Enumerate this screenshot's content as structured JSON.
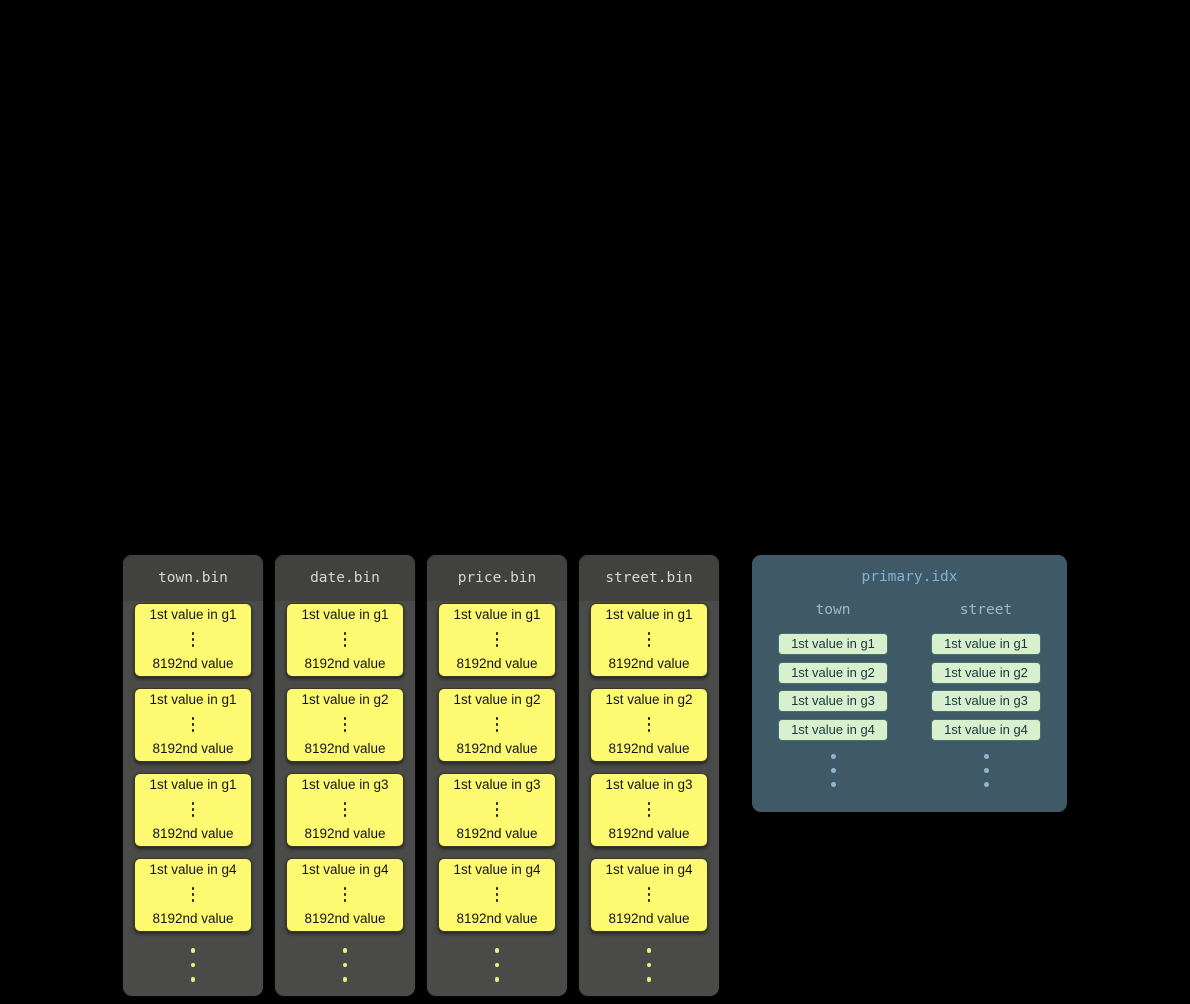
{
  "bin_files": [
    {
      "title": "town.bin",
      "blocks": [
        {
          "first": "1st value in g1",
          "last": "8192nd value"
        },
        {
          "first": "1st value in g1",
          "last": "8192nd value"
        },
        {
          "first": "1st value in g1",
          "last": "8192nd value"
        },
        {
          "first": "1st value in g4",
          "last": "8192nd value"
        }
      ]
    },
    {
      "title": "date.bin",
      "blocks": [
        {
          "first": "1st value in g1",
          "last": "8192nd value"
        },
        {
          "first": "1st value in g2",
          "last": "8192nd value"
        },
        {
          "first": "1st value in g3",
          "last": "8192nd value"
        },
        {
          "first": "1st value in g4",
          "last": "8192nd value"
        }
      ]
    },
    {
      "title": "price.bin",
      "blocks": [
        {
          "first": "1st value in g1",
          "last": "8192nd value"
        },
        {
          "first": "1st value in g2",
          "last": "8192nd value"
        },
        {
          "first": "1st value in g3",
          "last": "8192nd value"
        },
        {
          "first": "1st value in g4",
          "last": "8192nd value"
        }
      ]
    },
    {
      "title": "street.bin",
      "blocks": [
        {
          "first": "1st value in g1",
          "last": "8192nd value"
        },
        {
          "first": "1st value in g2",
          "last": "8192nd value"
        },
        {
          "first": "1st value in g3",
          "last": "8192nd value"
        },
        {
          "first": "1st value in g4",
          "last": "8192nd value"
        }
      ]
    }
  ],
  "index_file": {
    "title": "primary.idx",
    "columns": [
      {
        "header": "town",
        "entries": [
          "1st value in g1",
          "1st value in g2",
          "1st value in g3",
          "1st value in g4"
        ]
      },
      {
        "header": "street",
        "entries": [
          "1st value in g1",
          "1st value in g2",
          "1st value in g3",
          "1st value in g4"
        ]
      }
    ]
  },
  "colors": {
    "background": "#000000",
    "bin_container": "#4a4a48",
    "bin_header": "#414140",
    "granule_fill": "#fdfa72",
    "granule_text": "#141414",
    "ellipsis_dot_yellow": "#ecec7c",
    "index_panel": "#3f5a66",
    "index_title_text": "#7fb2d9",
    "index_header_text": "#a3b8c2",
    "index_entry_fill": "#d8f0cd",
    "index_entry_text": "#173741",
    "ellipsis_dot_blue": "#8cb6d6"
  }
}
